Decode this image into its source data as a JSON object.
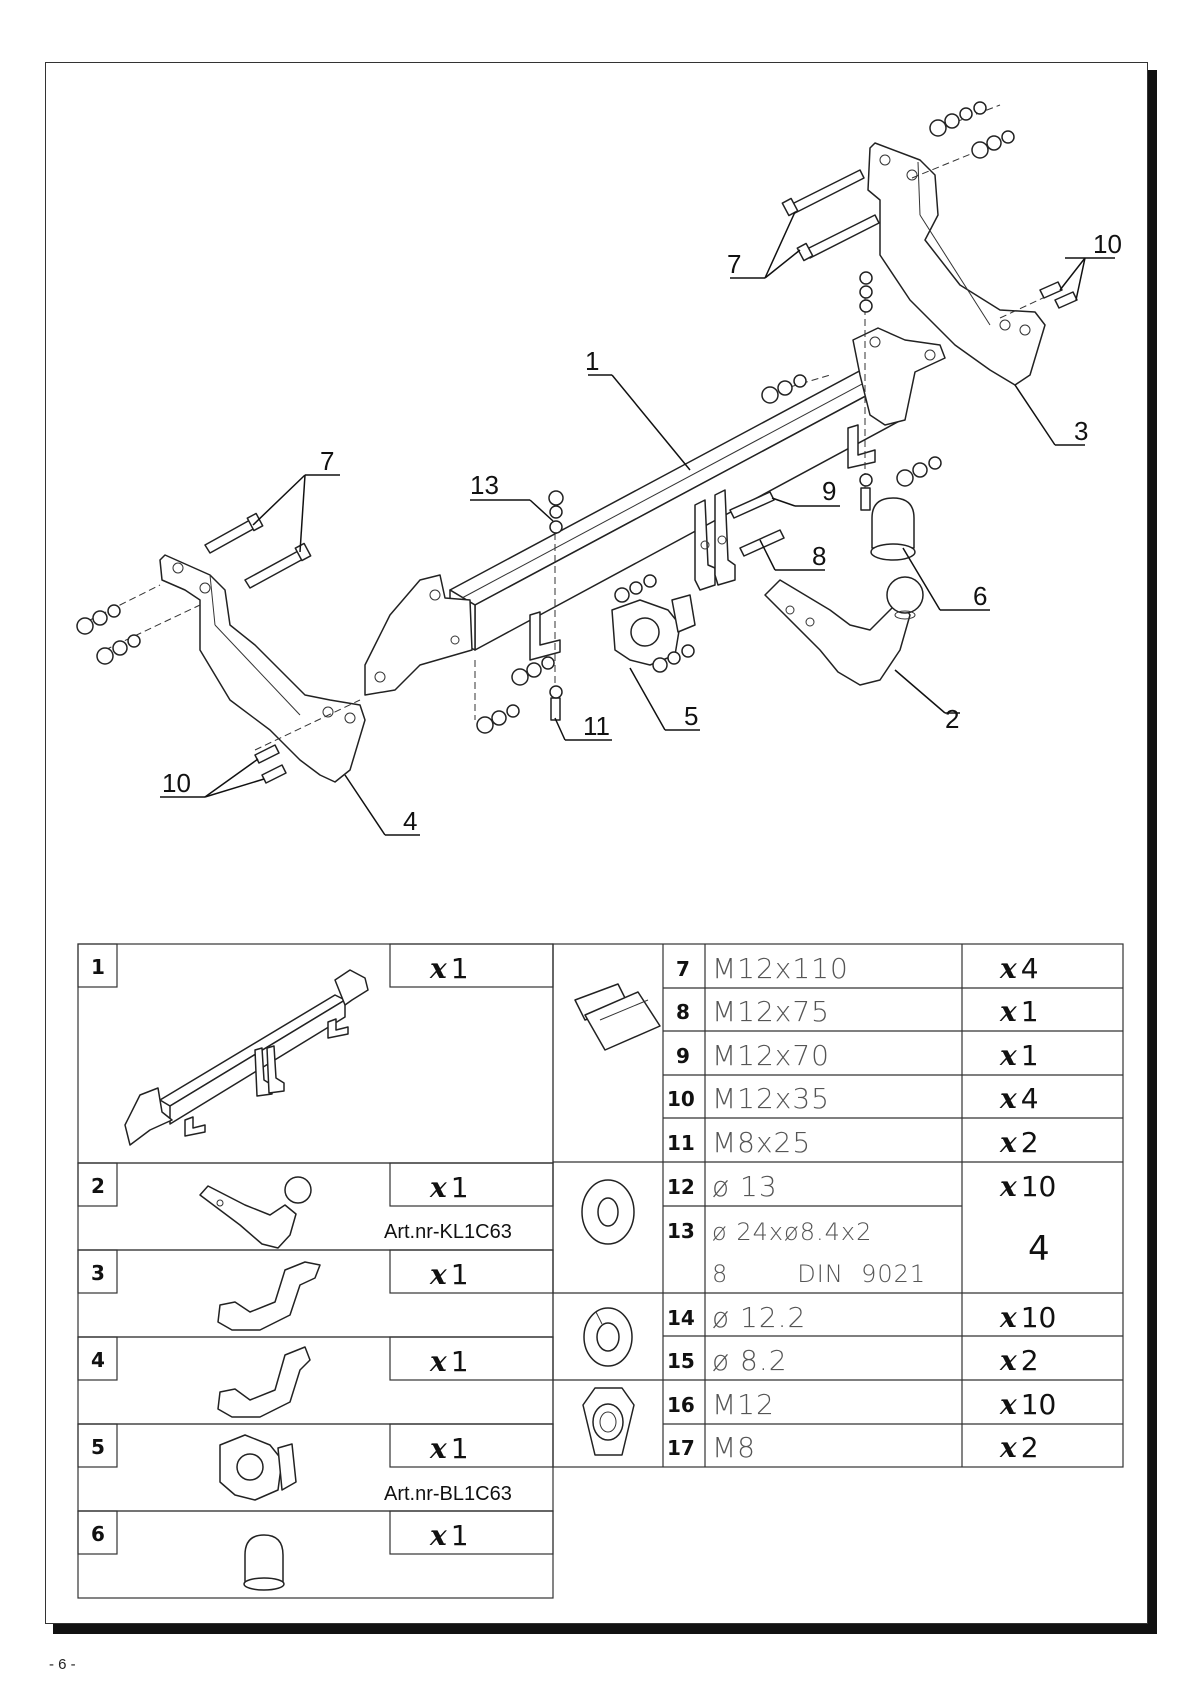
{
  "exploded_view": {
    "callouts": [
      "1",
      "2",
      "3",
      "4",
      "5",
      "6",
      "7",
      "7",
      "8",
      "9",
      "10",
      "10",
      "11",
      "13"
    ]
  },
  "parts_table": {
    "left_rows": [
      {
        "number": "1",
        "qty_prefix": "x",
        "qty_value": "1",
        "article": ""
      },
      {
        "number": "2",
        "qty_prefix": "x",
        "qty_value": "1",
        "article": "Art.nr-KL1C63"
      },
      {
        "number": "3",
        "qty_prefix": "x",
        "qty_value": "1",
        "article": ""
      },
      {
        "number": "4",
        "qty_prefix": "x",
        "qty_value": "1",
        "article": ""
      },
      {
        "number": "5",
        "qty_prefix": "x",
        "qty_value": "1",
        "article": "Art.nr-BL1C63"
      },
      {
        "number": "6",
        "qty_prefix": "x",
        "qty_value": "1",
        "article": ""
      }
    ],
    "right_rows": [
      {
        "number": "7",
        "spec": "M12x110",
        "qty_prefix": "x",
        "qty_value": "4"
      },
      {
        "number": "8",
        "spec": "M12x75",
        "qty_prefix": "x",
        "qty_value": "1"
      },
      {
        "number": "9",
        "spec": "M12x70",
        "qty_prefix": "x",
        "qty_value": "1"
      },
      {
        "number": "10",
        "spec": "M12x35",
        "qty_prefix": "x",
        "qty_value": "4"
      },
      {
        "number": "11",
        "spec": "M8x25",
        "qty_prefix": "x",
        "qty_value": "2"
      },
      {
        "number": "12",
        "spec": "ø 13",
        "qty_prefix": "x",
        "qty_value": "10"
      },
      {
        "number": "13",
        "spec": "ø 24xø8.4x2",
        "spec_line2": "8        DIN  9021",
        "qty_prefix": "",
        "qty_value": "4"
      },
      {
        "number": "14",
        "spec": "ø 12.2",
        "qty_prefix": "x",
        "qty_value": "10"
      },
      {
        "number": "15",
        "spec": "ø 8.2",
        "qty_prefix": "x",
        "qty_value": "2"
      },
      {
        "number": "16",
        "spec": "M12",
        "qty_prefix": "x",
        "qty_value": "10"
      },
      {
        "number": "17",
        "spec": "M8",
        "qty_prefix": "x",
        "qty_value": "2"
      }
    ]
  },
  "page_number": "- 6 -"
}
